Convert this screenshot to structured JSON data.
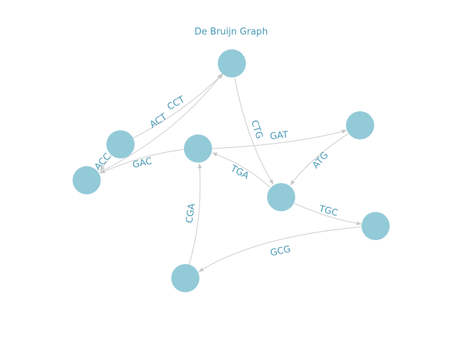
{
  "title": "De Bruijn Graph",
  "colors": {
    "node": "#93cad8",
    "edge": "#d0d0d0",
    "text": "#4a9ab6"
  },
  "graph": {
    "directed": true,
    "nodes": [
      "n1",
      "n2",
      "n3",
      "n4",
      "n5",
      "n6",
      "n7",
      "n8"
    ],
    "edges": [
      {
        "from": "n2",
        "to": "n1",
        "label": "ACT"
      },
      {
        "from": "n3",
        "to": "n1",
        "label": "CCT"
      },
      {
        "from": "n2",
        "to": "n3",
        "label": "ACC"
      },
      {
        "from": "n1",
        "to": "n6",
        "label": "CTG"
      },
      {
        "from": "n5",
        "to": "n4",
        "label": "GAT"
      },
      {
        "from": "n5",
        "to": "n3",
        "label": "GAC"
      },
      {
        "from": "n4",
        "to": "n6",
        "label": "ATG"
      },
      {
        "from": "n6",
        "to": "n5",
        "label": "TGA"
      },
      {
        "from": "n6",
        "to": "n7",
        "label": "TGC"
      },
      {
        "from": "n7",
        "to": "n8",
        "label": "GCG"
      },
      {
        "from": "n8",
        "to": "n5",
        "label": "CGA"
      }
    ]
  }
}
